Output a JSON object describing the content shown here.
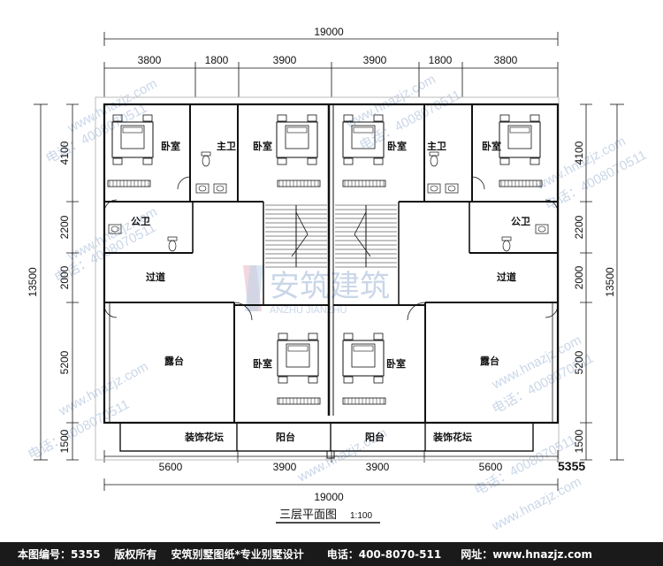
{
  "dimensions": {
    "top_total": "19000",
    "top_segments": [
      "3800",
      "1800",
      "3900",
      "3900",
      "1800",
      "3800"
    ],
    "bottom_total": "19000",
    "bottom_segments": [
      "5600",
      "3900",
      "3900",
      "5600"
    ],
    "left_total": "13500",
    "left_segments": [
      "4100",
      "2200",
      "2000",
      "5200",
      "1500"
    ],
    "right_total": "13500",
    "right_segments": [
      "4100",
      "2200",
      "2000",
      "5200",
      "1500"
    ]
  },
  "rooms": {
    "bedroom": "卧室",
    "master_bath": "主卫",
    "public_bath": "公卫",
    "corridor": "过道",
    "terrace": "露台",
    "balcony": "阳台",
    "planter": "装饰花坛"
  },
  "plan_number": "5355",
  "drawing_title": "三层平面图",
  "drawing_scale": "1:100",
  "watermark": {
    "cn": "安筑建筑",
    "en": "ANZHU JIANZHU",
    "site": "www.hnazjz.com",
    "phone": "电话：4008070511"
  },
  "footer": {
    "plan_no_label": "本图编号：",
    "plan_no": "5355",
    "copyright": "版权所有",
    "brand": "安筑别墅图纸*专业别墅设计",
    "phone_label": "电话：",
    "phone": "400-8070-511",
    "site_label": "网址：",
    "site": "www.hnazjz.com"
  },
  "colors": {
    "line": "#111111",
    "watermark": "#9fb6d6",
    "footer_bg": "#1a1a1a",
    "footer_text": "#ffffff"
  }
}
